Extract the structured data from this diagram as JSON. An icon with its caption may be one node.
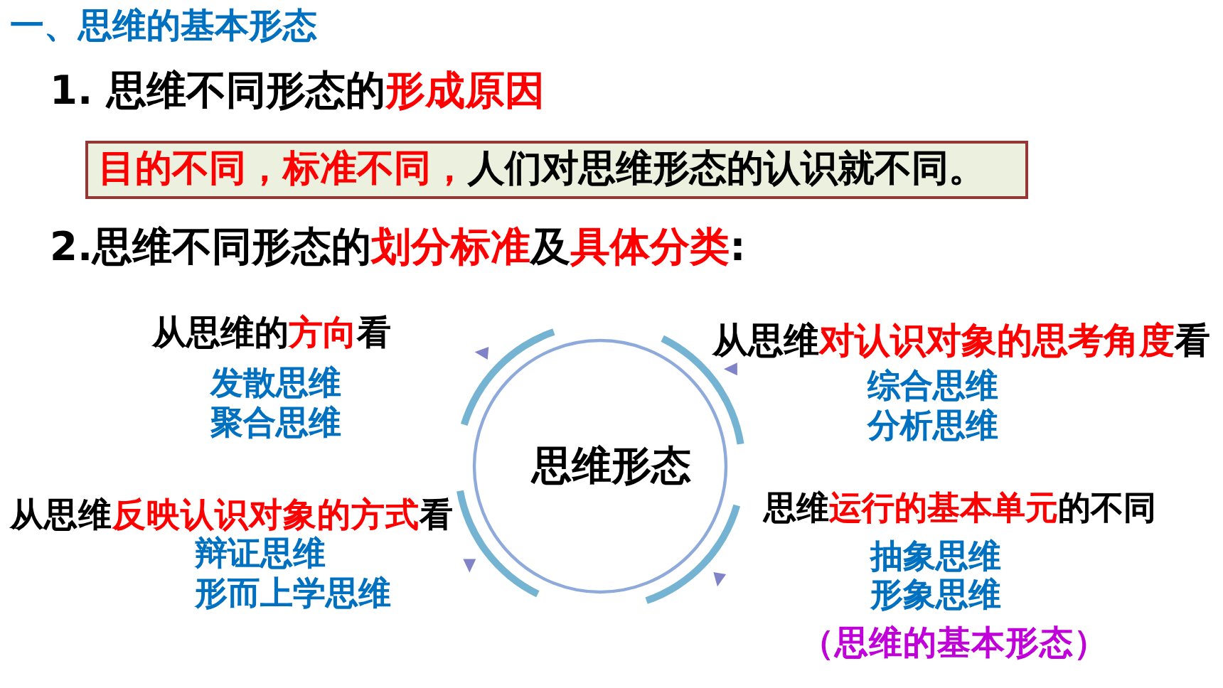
{
  "diagram": {
    "title": "一、思维的基本形态",
    "nodes": [
      {
        "text": [
          "**目的不同，标准不同，**人们对思维形态的认识就不同。"
        ]
      },
      {
        "text": [
          "思维形态"
        ]
      }
    ],
    "labels": [
      "1. 思维不同形态的**形成原因**",
      "2.思维不同形态的**划分标准**及**具体分类**:",
      "从思维的**方向**看",
      "发散思维",
      "聚合思维",
      "从思维**对认识对象的思考角度**看",
      "综合思维",
      "分析思维",
      "从思维**反映认识对象的方式**看",
      "辩证思维",
      "形而上学思维",
      "思维**运行的基本单元**的不同",
      "抽象思维",
      "形象思维",
      "（思维的基本形态）"
    ]
  }
}
